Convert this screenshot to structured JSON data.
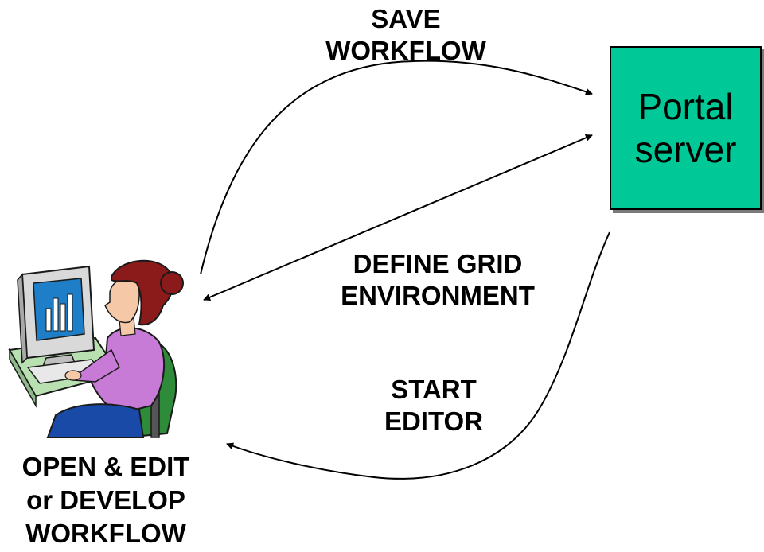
{
  "colors": {
    "portal_fill": "#00c896",
    "shirt": "#c77ad6",
    "hair": "#8b1a1a",
    "skin": "#f5c9a7",
    "monitor_screen": "#1e7fc8",
    "chair": "#2e8b3a",
    "desk": "#b9e0b0",
    "pants": "#1a4aa8"
  },
  "portal": {
    "line1": "Portal",
    "line2": "server"
  },
  "arrows": {
    "save_line1": "SAVE",
    "save_line2": "WORKFLOW",
    "define_line1": "DEFINE GRID",
    "define_line2": "ENVIRONMENT",
    "start_line1": "START",
    "start_line2": "EDITOR"
  },
  "user": {
    "caption_line1": "OPEN & EDIT",
    "caption_line2": "or DEVELOP",
    "caption_line3": "WORKFLOW",
    "icon": "woman-at-computer-clipart"
  }
}
